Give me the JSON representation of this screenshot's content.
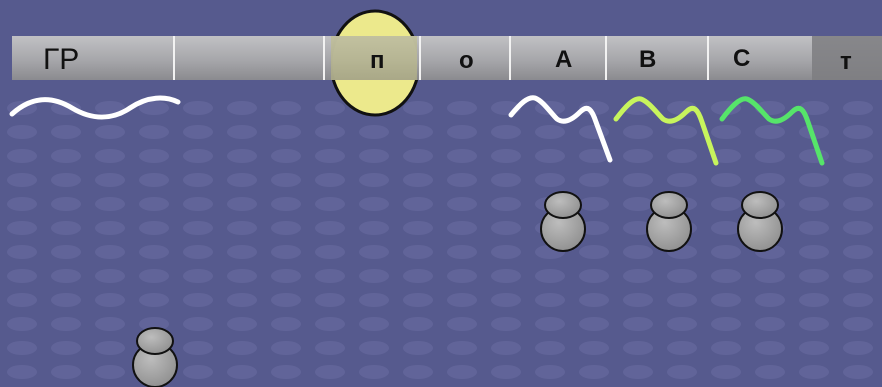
{
  "strip": {
    "segments": [
      {
        "label": "ГР"
      },
      {
        "label": ""
      },
      {
        "label": "п"
      },
      {
        "label": "о"
      },
      {
        "label": "А"
      },
      {
        "label": "В"
      },
      {
        "label": "С"
      },
      {
        "label": "т"
      }
    ]
  },
  "colors": {
    "background": "#565a8e",
    "strip": "#a9a9ab",
    "oval": "#ece98c",
    "wave_white": "#ffffff",
    "wave_yellow_green": "#c7f45d",
    "wave_green": "#56e46a",
    "figure": "#a6a6a6"
  }
}
